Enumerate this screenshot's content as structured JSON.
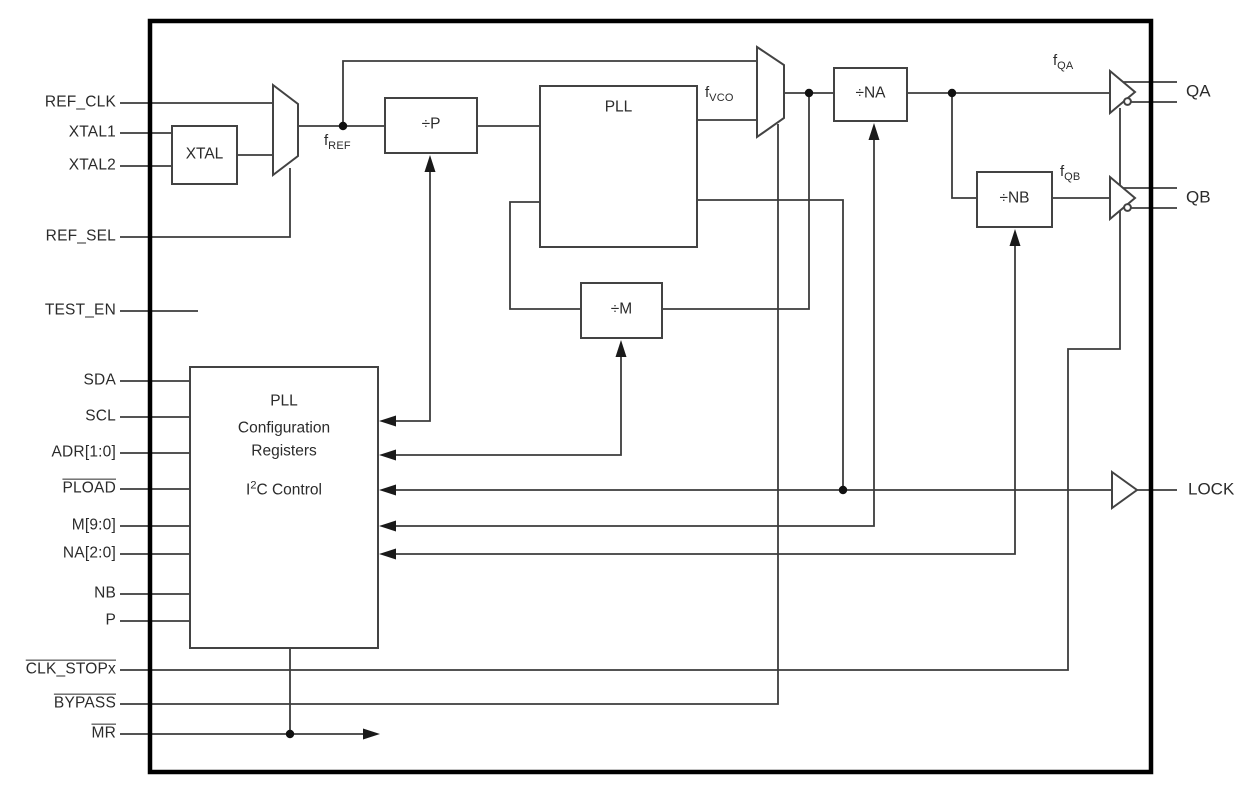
{
  "figure": {
    "type": "block-diagram",
    "description": "Programmable PLL clock synthesizer functional block diagram with I2C control"
  },
  "pins_left": [
    {
      "label": "REF_CLK",
      "overline": false
    },
    {
      "label": "XTAL1",
      "overline": false
    },
    {
      "label": "XTAL2",
      "overline": false
    },
    {
      "label": "REF_SEL",
      "overline": false
    },
    {
      "label": "TEST_EN",
      "overline": false
    },
    {
      "label": "SDA",
      "overline": false
    },
    {
      "label": "SCL",
      "overline": false
    },
    {
      "label": "ADR[1:0]",
      "overline": false
    },
    {
      "label": "PLOAD",
      "overline": true
    },
    {
      "label": "M[9:0]",
      "overline": false
    },
    {
      "label": "NA[2:0]",
      "overline": false
    },
    {
      "label": "NB",
      "overline": false
    },
    {
      "label": "P",
      "overline": false
    },
    {
      "label": "CLK_STOPx",
      "overline": true
    },
    {
      "label": "BYPASS",
      "overline": true
    },
    {
      "label": "MR",
      "overline": true
    }
  ],
  "pins_right": [
    {
      "label": "QA"
    },
    {
      "label": "QB"
    },
    {
      "label": "LOCK"
    }
  ],
  "blocks": {
    "xtal": "XTAL",
    "div_p": "÷P",
    "pll": "PLL",
    "div_m": "÷M",
    "div_na": "÷NA",
    "div_nb": "÷NB",
    "config": {
      "line1": "PLL",
      "line2": "Configuration",
      "line3": "Registers",
      "i2c_base": "I",
      "i2c_sup": "2",
      "i2c_rest": "C Control"
    }
  },
  "signals": {
    "f_ref": {
      "base": "f",
      "sub": "REF"
    },
    "f_vco": {
      "base": "f",
      "sub": "VCO"
    },
    "f_qa": {
      "base": "f",
      "sub": "QA"
    },
    "f_qb": {
      "base": "f",
      "sub": "QB"
    }
  },
  "colors": {
    "wire": "#3c3c3c",
    "border": "#000000",
    "text": "#2b2b2b"
  }
}
